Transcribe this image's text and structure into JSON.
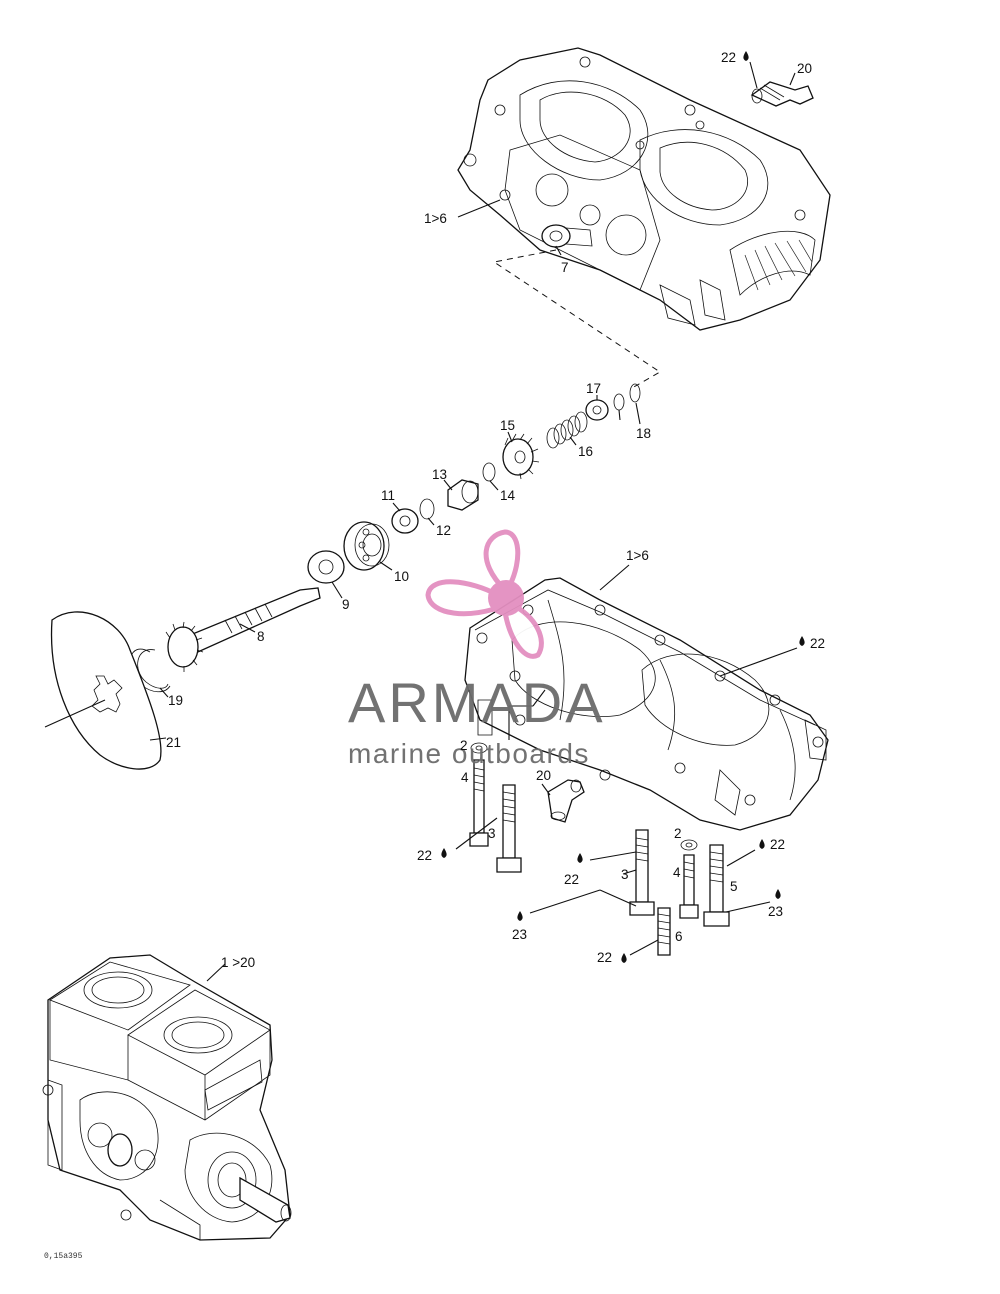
{
  "labels": {
    "l1_6_top": "1>6",
    "l7": "7",
    "l22_top": "22",
    "l20_top": "20",
    "l17": "17",
    "l18": "18",
    "l15": "15",
    "l16": "16",
    "l13": "13",
    "l14": "14",
    "l11": "11",
    "l12": "12",
    "l10": "10",
    "l9": "9",
    "l8": "8",
    "l19": "19",
    "l21": "21",
    "l1_6_mid": "1>6",
    "l22_right_top": "22",
    "l2_left": "2",
    "l4_left": "4",
    "l20_mid": "20",
    "l3_left": "3",
    "l22_left": "22",
    "l22_mid_left": "22",
    "l2_right": "2",
    "l3_right": "3",
    "l4_right": "4",
    "l5": "5",
    "l22_right": "22",
    "l23_left": "23",
    "l23_right": "23",
    "l6": "6",
    "l22_bottom": "22",
    "l1_20": "1 >20"
  },
  "watermark": {
    "name": "ARMADA",
    "tagline": "marine outboards",
    "logo_color": "#e38fc0"
  },
  "drawing_code": "0,15a395"
}
